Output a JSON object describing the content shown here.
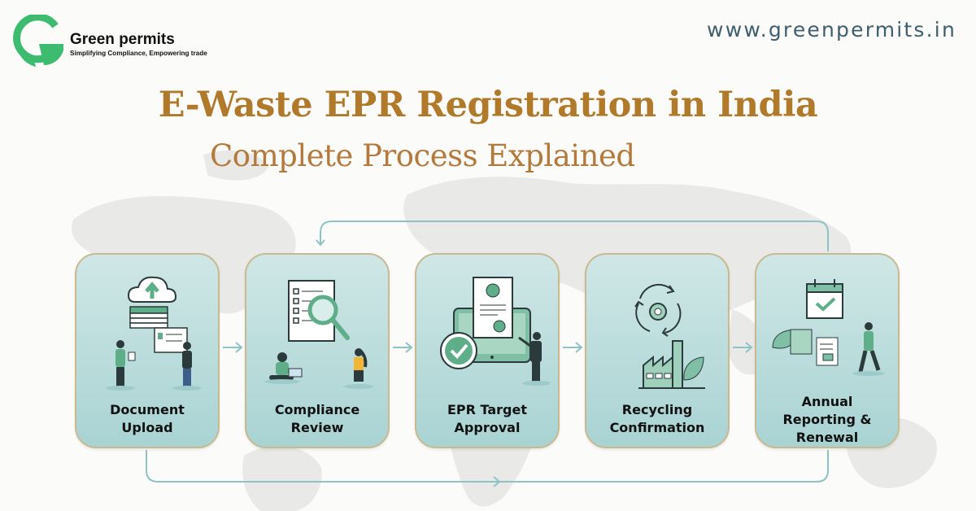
{
  "brand": {
    "name": "Green permits",
    "tagline": "Simplifying Compliance, Empowering trade",
    "logo_color": "#3dbb6e",
    "url": "www.greenpermits.in"
  },
  "heading": {
    "title": "E-Waste EPR Registration in India",
    "subtitle": "Complete Process Explained"
  },
  "colors": {
    "title": "#b07a2a",
    "card_fill": "#b9dcdb",
    "card_border": "#c9b98e",
    "connector": "#8ec3c6",
    "illustration_green": "#5fae8a"
  },
  "steps": [
    {
      "label_line1": "Document",
      "label_line2": "Upload",
      "label_line3": "",
      "icon": "cloud-upload-documents-icon"
    },
    {
      "label_line1": "Compliance",
      "label_line2": "Review",
      "label_line3": "",
      "icon": "checklist-magnifier-icon"
    },
    {
      "label_line1": "EPR Target",
      "label_line2": "Approval",
      "label_line3": "",
      "icon": "approved-certificate-icon"
    },
    {
      "label_line1": "Recycling",
      "label_line2": "Confirmation",
      "label_line3": "",
      "icon": "recycling-factory-icon"
    },
    {
      "label_line1": "Annual",
      "label_line2": "Reporting &",
      "label_line3": "Renewal",
      "icon": "calendar-report-icon"
    }
  ]
}
